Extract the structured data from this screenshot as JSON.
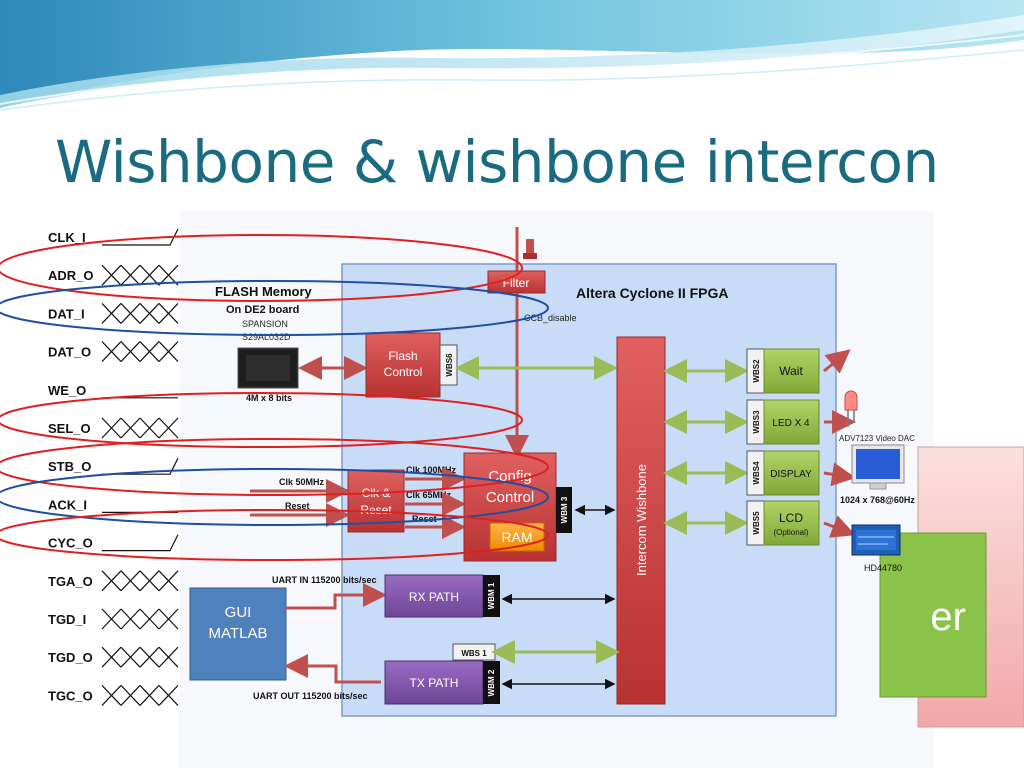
{
  "slide": {
    "title": "Wishbone & wishbone intercon"
  },
  "timing": {
    "signals": [
      {
        "name": "CLK_I",
        "wave": "clock"
      },
      {
        "name": "ADR_O",
        "wave": "bus"
      },
      {
        "name": "DAT_I",
        "wave": "bus"
      },
      {
        "name": "DAT_O",
        "wave": "bus"
      },
      {
        "name": "WE_O",
        "wave": "low"
      },
      {
        "name": "SEL_O",
        "wave": "bus"
      },
      {
        "name": "STB_O",
        "wave": "clock"
      },
      {
        "name": "ACK_I",
        "wave": "low"
      },
      {
        "name": "CYC_O",
        "wave": "clock"
      },
      {
        "name": "TGA_O",
        "wave": "bus"
      },
      {
        "name": "TGD_I",
        "wave": "bus"
      },
      {
        "name": "TGD_O",
        "wave": "bus"
      },
      {
        "name": "TGC_O",
        "wave": "bus"
      }
    ]
  },
  "fpga": {
    "title": "Altera  Cyclone II FPGA",
    "filter": "Filter",
    "ccb_disable": "CCB_disable",
    "flash_control": [
      "Flash",
      "Control"
    ],
    "wbs6": "WBS6",
    "clk_reset": [
      "Clk &",
      "Reset"
    ],
    "clk50": "Clk 50MHz",
    "reset_in": "Reset",
    "clk100": "Clk 100MHz",
    "clk65": "Clk 65MHz",
    "reset_out": "Reset",
    "config_control": [
      "Config",
      "Control"
    ],
    "ram": "RAM",
    "wbm3": "WBM 3",
    "intercom": "Intercom Wishbone",
    "rx_path": "RX PATH",
    "wbm1": "WBM 1",
    "tx_path": "TX PATH",
    "wbm2": "WBM 2",
    "wbs1": "WBS 1",
    "uart_in": "UART IN 115200 bits/sec",
    "uart_out": "UART OUT 115200 bits/sec"
  },
  "flash": {
    "title": "FLASH Memory",
    "board": "On DE2 board",
    "part": "SPANSION",
    "model": "S29AL032D",
    "size": "4M x 8 bits"
  },
  "slaves": [
    {
      "tag": "WBS2",
      "label": "Wait",
      "sub": ""
    },
    {
      "tag": "WBS3",
      "label": "LED X 4",
      "sub": ""
    },
    {
      "tag": "WBS4",
      "label": "DISPLAY",
      "sub": ""
    },
    {
      "tag": "WBS5",
      "label": "LCD",
      "sub": "(Optional)"
    }
  ],
  "gui": [
    "GUI",
    "MATLAB"
  ],
  "peripherals": {
    "dac": "ADV7123 Video DAC",
    "resolution": "1024 x 768@60Hz",
    "lcd_model": "HD44780"
  },
  "background_fragment": "er"
}
